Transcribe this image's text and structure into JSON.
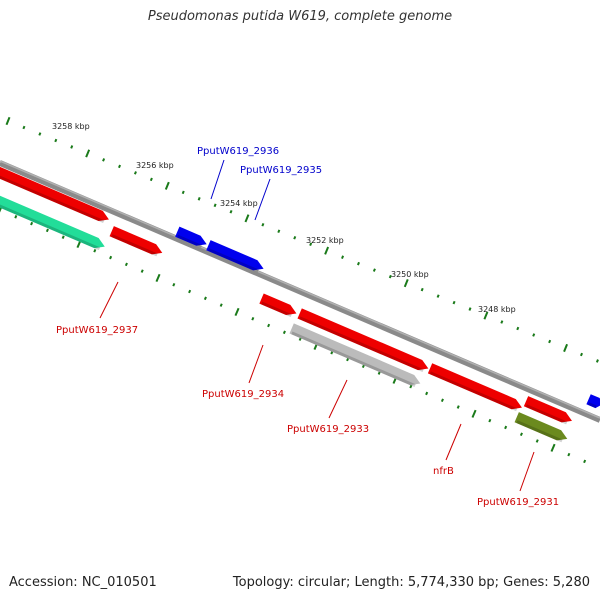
{
  "title": "Pseudomonas putida W619, complete genome",
  "footer": {
    "accession": "Accession: NC_010501",
    "summary": "Topology: circular; Length: 5,774,330 bp; Genes: 5,280"
  },
  "colors": {
    "backbone": "#8a8a8a",
    "tick": "#1a7a1a",
    "forward_gene": "#0000ee",
    "reverse_gene": "#ee0000",
    "rna_gene": "#bbbbbb",
    "teal_feature": "#22dd99",
    "olive_feature": "#6b8a1e",
    "label_blue": "#0000cc",
    "label_red": "#cc0000"
  },
  "scale": {
    "unit": "kbp",
    "labels": [
      "3258 kbp",
      "3256 kbp",
      "3254 kbp",
      "3252 kbp",
      "3250 kbp",
      "3248 kbp"
    ]
  },
  "genes": [
    {
      "name": "PputW619_2936",
      "strand": "forward",
      "color_key": "forward_gene"
    },
    {
      "name": "PputW619_2935",
      "strand": "forward",
      "color_key": "forward_gene"
    },
    {
      "name": "PputW619_2937",
      "strand": "reverse",
      "color_key": "reverse_gene"
    },
    {
      "name": "PputW619_2934",
      "strand": "reverse",
      "color_key": "reverse_gene"
    },
    {
      "name": "PputW619_2933",
      "strand": "reverse",
      "color_key": "reverse_gene"
    },
    {
      "name": "nfrB",
      "strand": "reverse",
      "color_key": "reverse_gene"
    },
    {
      "name": "PputW619_2931",
      "strand": "reverse",
      "color_key": "reverse_gene"
    }
  ]
}
